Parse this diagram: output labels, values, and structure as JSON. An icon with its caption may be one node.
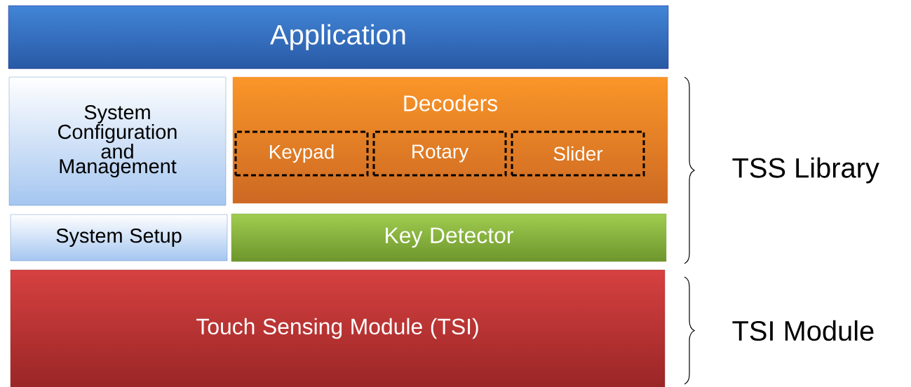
{
  "diagram": {
    "nodes": [
      {
        "text": [
          "Application"
        ]
      },
      {
        "text": [
          "System Configuration and Management"
        ]
      },
      {
        "text": [
          "Decoders"
        ]
      },
      {
        "text": [
          "Keypad"
        ],
        "in": 2
      },
      {
        "text": [
          "Rotary"
        ],
        "in": 2
      },
      {
        "text": [
          "Slider"
        ],
        "in": 2
      },
      {
        "text": [
          "System Setup"
        ]
      },
      {
        "text": [
          "Key Detector"
        ]
      },
      {
        "text": [
          "Touch Sensing Module (TSI)"
        ]
      }
    ],
    "labels": [
      "TSS Library",
      "TSI Module"
    ]
  }
}
